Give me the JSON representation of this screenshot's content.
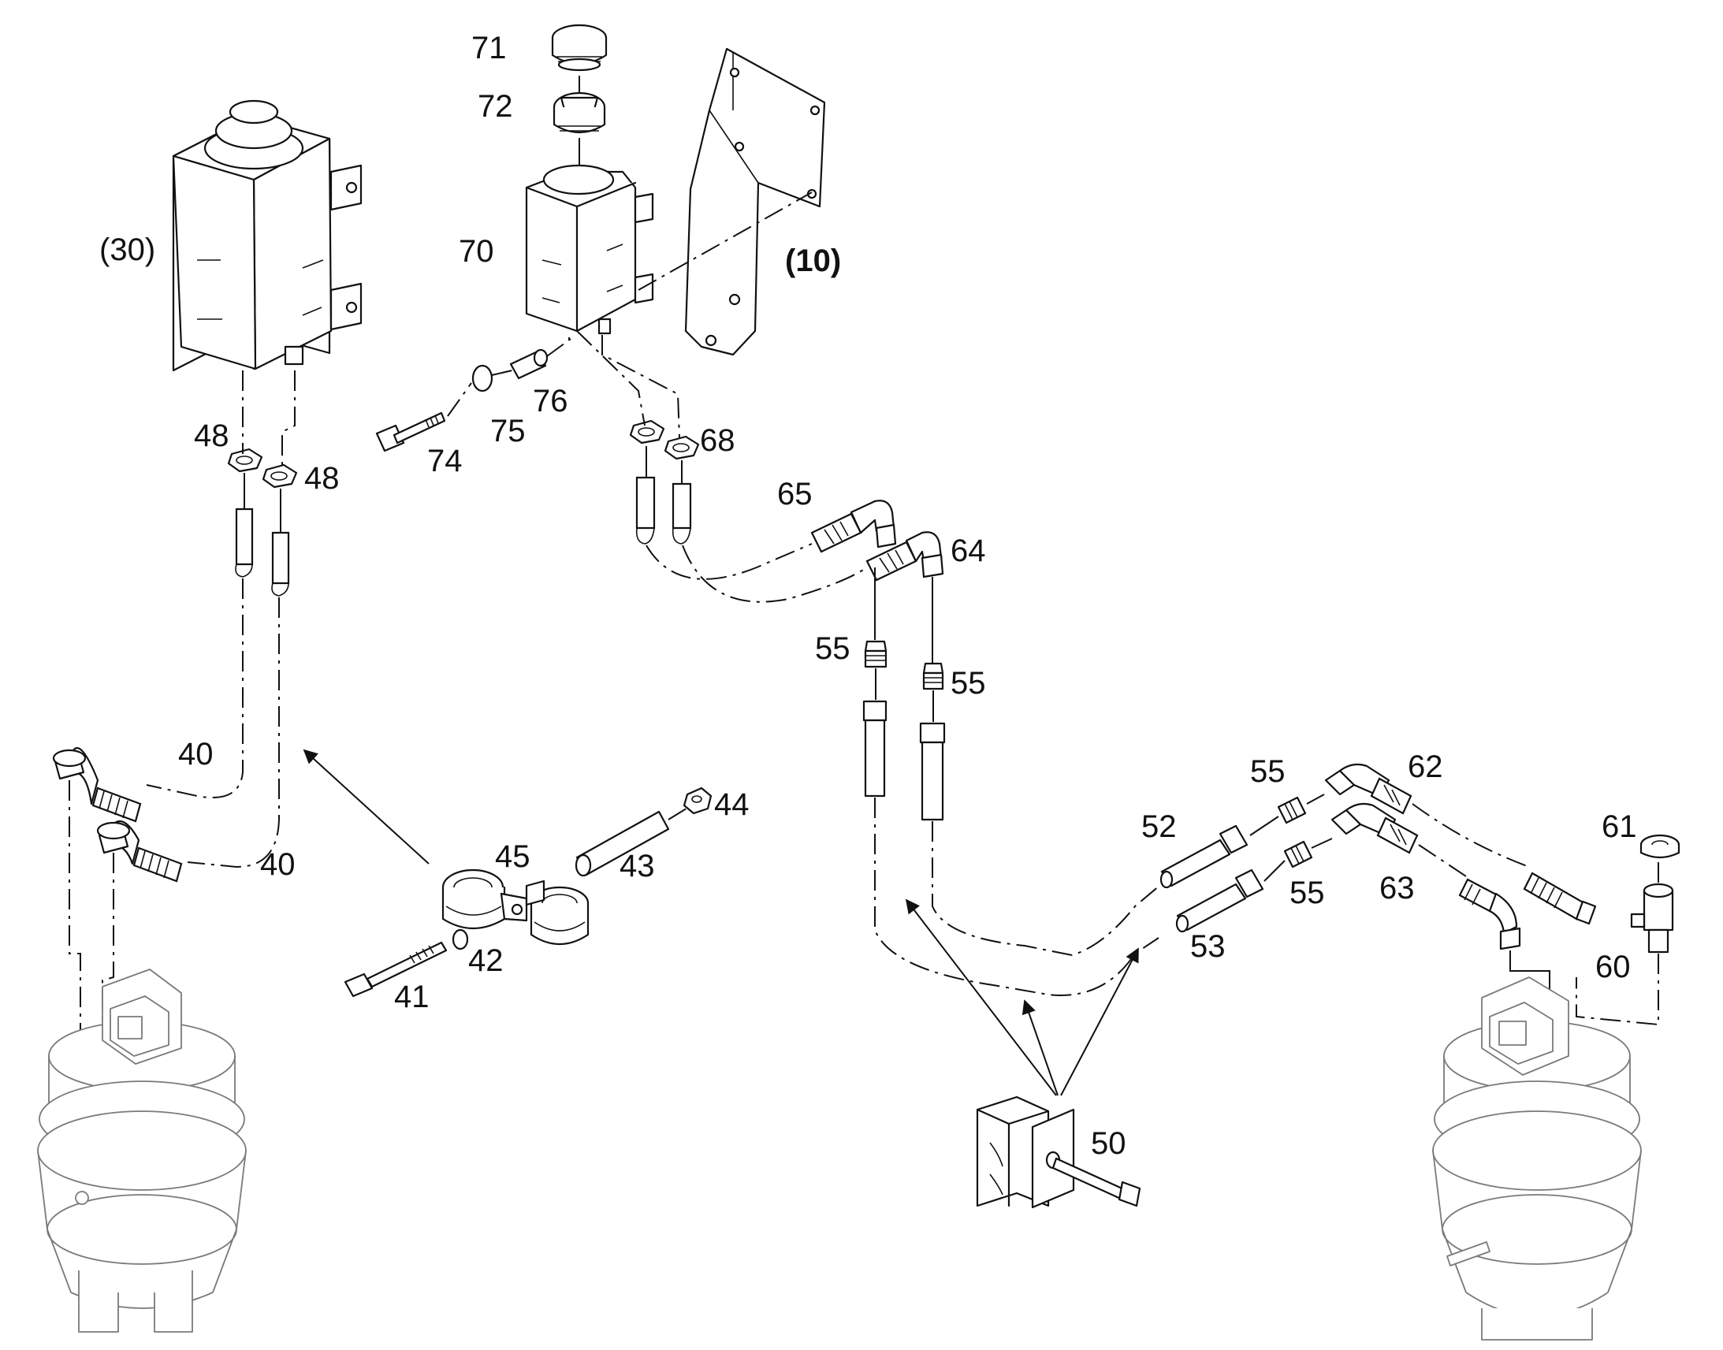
{
  "callouts": {
    "c71": "71",
    "c72": "72",
    "c70": "70",
    "c10": "(10)",
    "c30": "(30)",
    "c76": "76",
    "c75": "75",
    "c74": "74",
    "c68": "68",
    "c48a": "48",
    "c48b": "48",
    "c65": "65",
    "c64": "64",
    "c55a": "55",
    "c55b": "55",
    "c55c": "55",
    "c55d": "55",
    "c40a": "40",
    "c40b": "40",
    "c44": "44",
    "c45": "45",
    "c43": "43",
    "c42": "42",
    "c41": "41",
    "c62": "62",
    "c61": "61",
    "c52": "52",
    "c53": "53",
    "c63": "63",
    "c60": "60",
    "c50": "50"
  }
}
